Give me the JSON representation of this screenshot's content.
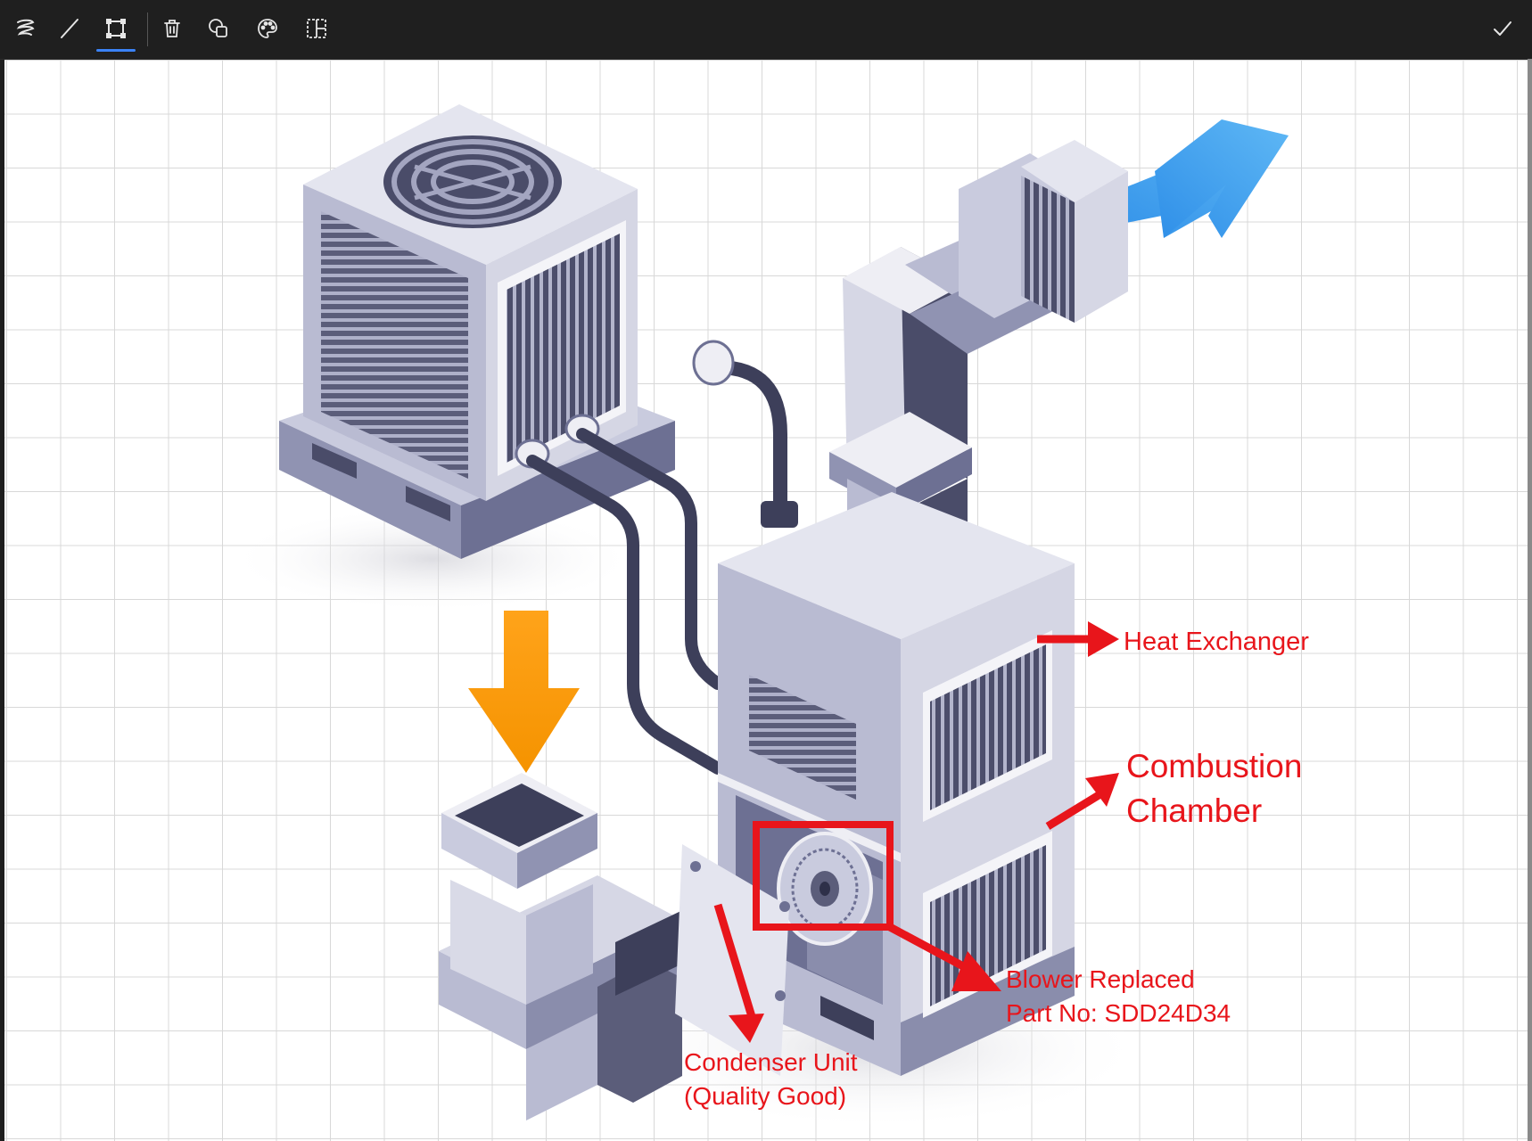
{
  "toolbar": {
    "tools": [
      {
        "id": "freehand",
        "icon": "freehand-scribble-icon"
      },
      {
        "id": "line",
        "icon": "line-icon"
      },
      {
        "id": "rectangle",
        "icon": "rectangle-select-icon",
        "active": true
      },
      {
        "id": "delete",
        "icon": "trash-icon"
      },
      {
        "id": "shapes",
        "icon": "shapes-icon"
      },
      {
        "id": "color",
        "icon": "palette-icon"
      },
      {
        "id": "crop",
        "icon": "crop-layout-icon"
      }
    ],
    "confirm_icon": "checkmark-icon",
    "active_color": "#3b82f6"
  },
  "annotations": {
    "heat_exchanger": "Heat Exchanger",
    "combustion_line1": "Combustion",
    "combustion_line2": "Chamber",
    "blower_line1": "Blower Replaced",
    "blower_line2": "Part No: SDD24D34",
    "condenser_line1": "Condenser Unit",
    "condenser_line2": "(Quality Good)",
    "color": "#e8151b"
  }
}
